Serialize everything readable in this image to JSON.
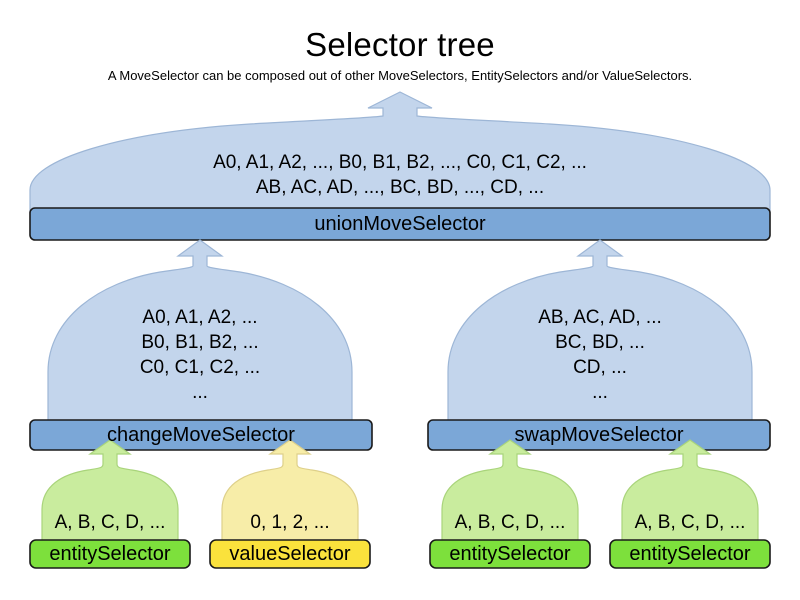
{
  "header": {
    "title": "Selector tree",
    "subtitle": "A MoveSelector can be composed out of other MoveSelectors, EntitySelectors and/or ValueSelectors."
  },
  "colors": {
    "move_body": "#c3d5ec",
    "move_body_stroke": "#9db6d6",
    "move_bar": "#7ba7d7",
    "move_bar_stroke": "#1a1a1a",
    "entity_body": "#c9ec9e",
    "entity_body_stroke": "#a9d47b",
    "entity_bar": "#7de03c",
    "entity_bar_stroke": "#1a1a1a",
    "value_body": "#f7eda8",
    "value_body_stroke": "#ded08a",
    "value_bar": "#fae23c",
    "value_bar_stroke": "#1a1a1a",
    "text": "#000000",
    "background": "#ffffff"
  },
  "nodes": {
    "union": {
      "label": "unionMoveSelector",
      "kind": "move-selector",
      "lines": [
        "A0, A1, A2, ..., B0, B1, B2, ..., C0, C1, C2, ...",
        "AB, AC, AD, ..., BC, BD, ..., CD, ..."
      ]
    },
    "change": {
      "label": "changeMoveSelector",
      "kind": "move-selector",
      "lines": [
        "A0, A1, A2, ...",
        "B0, B1, B2, ...",
        "C0, C1, C2, ...",
        "..."
      ]
    },
    "swap": {
      "label": "swapMoveSelector",
      "kind": "move-selector",
      "lines": [
        "AB, AC, AD, ...",
        "BC, BD, ...",
        "CD, ...",
        "..."
      ]
    },
    "leaf_entity_1": {
      "label": "entitySelector",
      "kind": "entity-selector",
      "lines": [
        "A, B, C, D, ..."
      ]
    },
    "leaf_value_1": {
      "label": "valueSelector",
      "kind": "value-selector",
      "lines": [
        "0, 1, 2, ..."
      ]
    },
    "leaf_entity_2": {
      "label": "entitySelector",
      "kind": "entity-selector",
      "lines": [
        "A, B, C, D, ..."
      ]
    },
    "leaf_entity_3": {
      "label": "entitySelector",
      "kind": "entity-selector",
      "lines": [
        "A, B, C, D, ..."
      ]
    }
  },
  "edges": [
    {
      "from": "change",
      "to": "union"
    },
    {
      "from": "swap",
      "to": "union"
    },
    {
      "from": "leaf_entity_1",
      "to": "change"
    },
    {
      "from": "leaf_value_1",
      "to": "change"
    },
    {
      "from": "leaf_entity_2",
      "to": "swap"
    },
    {
      "from": "leaf_entity_3",
      "to": "swap"
    }
  ]
}
